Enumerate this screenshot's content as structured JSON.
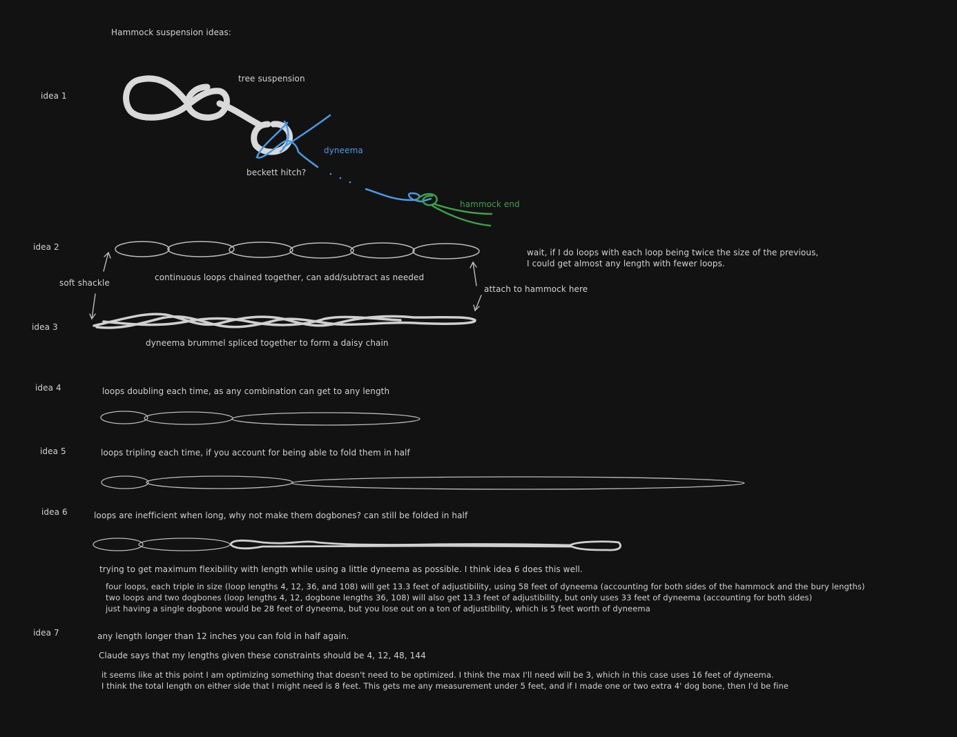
{
  "title": "Hammock suspension ideas:",
  "ideas": {
    "idea1": {
      "label": "idea 1"
    },
    "idea2": {
      "label": "idea 2"
    },
    "idea3": {
      "label": "idea 3"
    },
    "idea4": {
      "label": "idea 4"
    },
    "idea5": {
      "label": "idea 5"
    },
    "idea6": {
      "label": "idea 6"
    },
    "idea7": {
      "label": "idea 7"
    }
  },
  "annotations": {
    "tree_suspension": "tree suspension",
    "dyneema": "dyneema",
    "beckett_hitch": "beckett hitch?",
    "hammock_end": "hammock end",
    "soft_shackle": "soft shackle",
    "continuous_loops": "continuous loops chained together, can add/subtract as needed",
    "attach_here": "attach to hammock here",
    "twice_size_line1": "wait, if I do loops with each loop being twice the size of the previous,",
    "twice_size_line2": "I could get almost any length with fewer loops.",
    "daisy_chain": "dyneema brummel spliced together to form a daisy chain",
    "doubling": "loops doubling each time, as any combination can get to any length",
    "tripling": "loops tripling each time, if you account for being able to fold them in half",
    "dogbones": "loops are inefficient when long, why not make them dogbones? can still be folded in half",
    "max_flex": "trying to get maximum flexibility with length while using a little dyneema as possible. I think idea 6 does this well.",
    "calc_line1": "four loops, each triple in size (loop lengths 4, 12, 36, and 108) will get 13.3 feet of adjustibility, using 58 feet of dyneema (accounting for both sides of the hammock and the bury lengths)",
    "calc_line2": "two loops and two dogbones (loop lengths 4, 12, dogbone lengths 36, 108) will also get 13.3 feet of adjustibility, but only uses 33 feet of dyneema (accounting for both sides)",
    "calc_line3": "just having a single dogbone would be 28 feet of dyneema, but you lose out on a ton of adjustibility, which is 5 feet worth of dyneema",
    "fold_again": "any length longer than 12 inches you can fold in half again.",
    "claude_says": "Claude says that my lengths given these constraints should be 4, 12, 48, 144",
    "optimizing_line1": "it seems like at this point I am optimizing something that doesn't need to be optimized. I think the max I'll need will be 3, which in this case uses 16 feet of dyneema.",
    "optimizing_line2": "I think the total length on either side that I might need is 8 feet. This gets me any measurement under 5 feet, and if I made one or two extra 4' dog bone, then I'd be fine"
  },
  "colors": {
    "background": "#121212",
    "stroke": "#c8c8c8",
    "tree_rope": "#d9d9d9",
    "dyneema_blue": "#4a9be6",
    "hammock_green": "#3ea14a"
  }
}
